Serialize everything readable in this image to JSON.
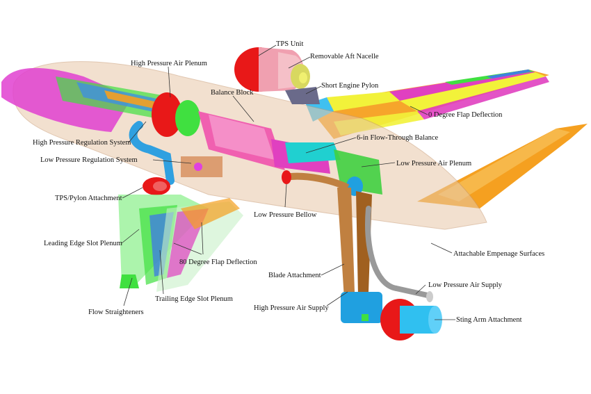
{
  "labels": {
    "tps_unit": "TPS Unit",
    "removable_aft_nacelle": "Removable Aft Nacelle",
    "short_engine_pylon": "Short Engine Pylon",
    "zero_degree_flap": "0 Degree Flap Deflection",
    "high_pressure_air_plenum": "High Pressure Air Plenum",
    "balance_block": "Balance Block",
    "high_pressure_regulation_system": "High Pressure Regulation System",
    "flow_through_balance": "6-in Flow-Through Balance",
    "low_pressure_regulation_system": "Low Pressure Regulation System",
    "low_pressure_air_plenum": "Low Pressure Air Plenum",
    "tps_pylon_attachment": "TPS/Pylon Attachment",
    "low_pressure_bellow": "Low Pressure Bellow",
    "leading_edge_slot_plenum": "Leading Edge Slot Plenum",
    "attachable_empenage_surfaces": "Attachable Empenage Surfaces",
    "eighty_degree_flap": "80 Degree Flap Deflection",
    "blade_attachment": "Blade Attachment",
    "low_pressure_air_supply": "Low Pressure Air Supply",
    "trailing_edge_slot_plenum": "Trailing Edge Slot Plenum",
    "high_pressure_air_supply": "High Pressure Air Supply",
    "flow_straighteners": "Flow Straighteners",
    "sting_arm_attachment": "Sting Arm Attachment"
  },
  "colors": {
    "fuselage": "#e8c8a8",
    "nose": "#e040d0",
    "wing_orange": "#f5a020",
    "wing_yellow": "#f2f23a",
    "wing_magenta": "#e040c0",
    "wing_green": "#40e040",
    "wing_blue": "#4080e0",
    "duct_blue": "#30a0e0",
    "nacelle_red": "#e81818",
    "balance_pink": "#f060b0",
    "cyan": "#20d0d0",
    "flap_green": "#90f090",
    "sting": "#c08040"
  }
}
